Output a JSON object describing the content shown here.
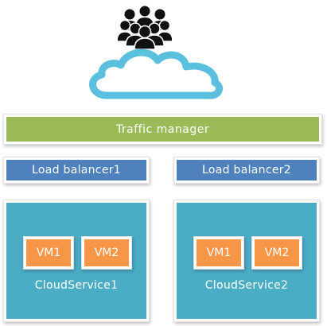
{
  "traffic_manager": {
    "label": "Traffic manager"
  },
  "load_balancers": [
    {
      "label": "Load balancer1"
    },
    {
      "label": "Load balancer2"
    }
  ],
  "cloud_services": [
    {
      "label": "CloudService1",
      "vms": [
        "VM1",
        "VM2"
      ]
    },
    {
      "label": "CloudService2",
      "vms": [
        "VM1",
        "VM2"
      ]
    }
  ],
  "icons": {
    "users": "users-group-icon",
    "cloud": "cloud-icon"
  },
  "colors": {
    "traffic_manager": "#9bbb59",
    "load_balancer": "#4f81bd",
    "cloud_service": "#4bacc6",
    "vm": "#f79646",
    "cloud_outline": "#5bc0de",
    "users": "#111111"
  }
}
